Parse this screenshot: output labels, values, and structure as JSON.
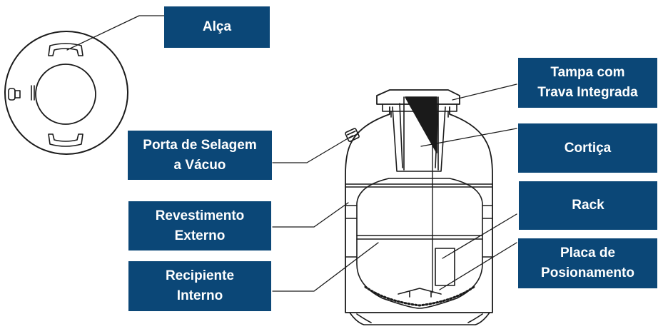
{
  "labels": {
    "alca": "Alça",
    "porta_selagem": "Porta de Selagem\na Vácuo",
    "revestimento": "Revestimento\nExterno",
    "recipiente": "Recipiente\nInterno",
    "tampa": "Tampa com\nTrava Integrada",
    "cortica": "Cortiça",
    "rack": "Rack",
    "placa": "Placa de\nPosionamento"
  },
  "colors": {
    "label_bg": "#0b4777",
    "label_text": "#ffffff",
    "line": "#1a1a1a"
  }
}
